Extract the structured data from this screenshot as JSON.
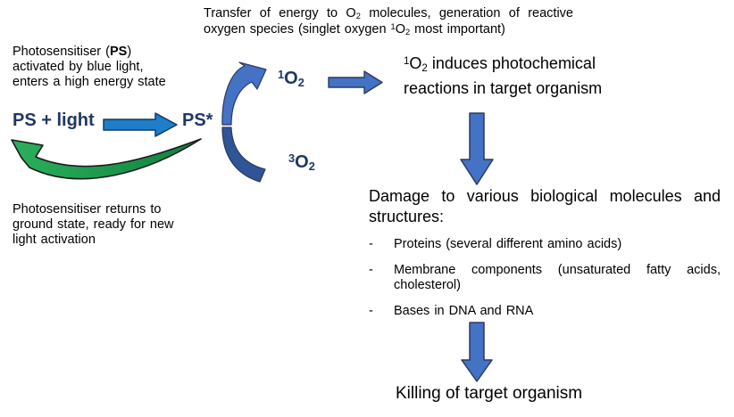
{
  "colors": {
    "navy": "#1f3864",
    "blue": "#4472c4",
    "blue-dark": "#2f5597",
    "blue-bright": "#1e7ec8",
    "arrow-outline": "#2c3a5f",
    "bright-outline": "#123a63",
    "green-light": "#2bb05c",
    "green-dark": "#0f8040",
    "green-outline": "#1a1a1a"
  },
  "top_note": {
    "t1": "Transfer of energy to O",
    "t1_sub": "2",
    "t2": " molecules, generation of reactive oxygen species (singlet oxygen ",
    "t2_sup": "1",
    "t2_o": "O",
    "t2_sub": "2",
    "t3": " most important)"
  },
  "activation_note": {
    "l1a": "Photosensitiser (",
    "l1_bold": "PS",
    "l1b": ")",
    "l2": "activated by blue light,",
    "l3": "enters a high energy state"
  },
  "cycle": {
    "ps_light": "PS + light",
    "ps_star": "PS*",
    "singlet": {
      "sup": "1",
      "base": "O",
      "sub": "2"
    },
    "triplet": {
      "sup": "3",
      "base": "O",
      "sub": "2"
    }
  },
  "singlet_note": {
    "sup": "1",
    "base": "O",
    "sub": "2",
    "rest": " induces photochemical reactions in target organism"
  },
  "damage": {
    "heading": "Damage to various biological molecules and structures:",
    "bullets": [
      {
        "marker": "-",
        "text": "Proteins (several different amino acids)"
      },
      {
        "marker": "-",
        "text": "Membrane components (unsaturated fatty acids, cholesterol)"
      },
      {
        "marker": "-",
        "text": "Bases in DNA and RNA"
      }
    ]
  },
  "killing_label": "Killing of target organism",
  "return_note": {
    "l1": "Photosensitiser returns to",
    "l2": "ground state, ready for new",
    "l3": "light activation"
  }
}
